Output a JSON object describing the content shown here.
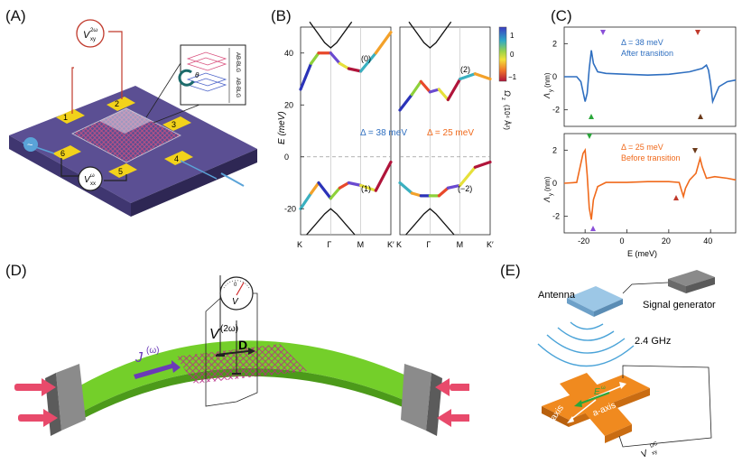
{
  "panels": {
    "A": {
      "label": "(A)",
      "voltage_top": "V",
      "voltage_top_sup": "2ω",
      "voltage_top_sub": "xy",
      "voltage_bottom": "V",
      "voltage_bottom_sup": "ω",
      "voltage_bottom_sub": "xx",
      "contacts": [
        "1",
        "2",
        "3",
        "4",
        "5",
        "6"
      ],
      "inset_top": "AB-BLG",
      "inset_bottom": "AB-BLG",
      "inset_theta": "θ",
      "source_symbol": "~"
    },
    "B": {
      "label": "(B)",
      "colorbar_title": "Ω",
      "colorbar_sub": "z",
      "colorbar_units": "(10⁴ Å²)",
      "colorbar_ticks": [
        "1",
        "0",
        "−1"
      ],
      "delta_left": "Δ = 38 meV",
      "delta_right": "Δ = 25 meV",
      "band_labels_left": [
        "(0)",
        "(1)"
      ],
      "band_labels_right": [
        "(2)",
        "(−2)"
      ]
    },
    "C": {
      "label": "(C)",
      "top_delta": "Δ = 38 meV",
      "top_note": "After transition",
      "bottom_delta": "Δ = 25 meV",
      "bottom_note": "Before transition",
      "ylabel": "Λ",
      "ylabel_sub": "y",
      "ylabel_unit": "(nm)"
    },
    "D": {
      "label": "(D)",
      "current": "J",
      "current_sup": "(ω)",
      "voltage": "V",
      "voltage_sup": "(2ω)",
      "dipole": "D",
      "meter_v": "V",
      "meter_zero": "0"
    },
    "E": {
      "label": "(E)",
      "antenna": "Antenna",
      "generator": "Signal generator",
      "frequency": "2.4 GHz",
      "c_axis": "c-axis",
      "a_axis": "a-axis",
      "field": "E",
      "field_sup": "ω",
      "v_label": "V",
      "v_sup": "DC",
      "v_sub": "xy"
    }
  },
  "colors": {
    "substrate": "#5b4f93",
    "gold": "#f2d21b",
    "lattice": "#e03c78",
    "blue_curve": "#2f6fc0",
    "orange_curve": "#f06a1c",
    "green_band": "#8ed13a",
    "orange_block": "#f08a1f"
  },
  "chart_data": [
    {
      "type": "line",
      "id": "B-left",
      "title": "",
      "xlabel": "",
      "ylabel": "E (meV)",
      "x_ticks": [
        "K",
        "Γ",
        "M",
        "K′"
      ],
      "ylim": [
        -30,
        50
      ],
      "y_ticks": [
        -20,
        0,
        20,
        40
      ],
      "annotation": "Δ = 38 meV",
      "series": [
        {
          "name": "(0)",
          "x": [
            0,
            0.35,
            0.6,
            1.0,
            1.3,
            1.6,
            2.0,
            2.5,
            3.0
          ],
          "y": [
            26,
            36,
            40,
            40,
            36,
            34,
            33,
            40,
            48
          ]
        },
        {
          "name": "(1)",
          "x": [
            0,
            0.35,
            0.6,
            1.0,
            1.3,
            1.6,
            2.0,
            2.5,
            3.0
          ],
          "y": [
            -20,
            -14,
            -10,
            -16,
            -12,
            -10,
            -11,
            -13,
            -2
          ]
        }
      ]
    },
    {
      "type": "line",
      "id": "B-right",
      "title": "",
      "xlabel": "",
      "ylabel": "",
      "x_ticks": [
        "K",
        "Γ",
        "M",
        "K′"
      ],
      "ylim": [
        -30,
        50
      ],
      "annotation": "Δ = 25 meV",
      "series": [
        {
          "name": "(2)",
          "x": [
            0,
            0.4,
            0.7,
            1.0,
            1.3,
            1.6,
            2.0,
            2.5,
            3.0
          ],
          "y": [
            18,
            24,
            29,
            25,
            26,
            22,
            30,
            32,
            30
          ]
        },
        {
          "name": "(−2)",
          "x": [
            0,
            0.4,
            0.7,
            1.0,
            1.3,
            1.6,
            2.0,
            2.5,
            3.0
          ],
          "y": [
            -10,
            -14,
            -15,
            -15,
            -15,
            -12,
            -11,
            -4,
            -2
          ]
        }
      ]
    },
    {
      "type": "line",
      "id": "C-top",
      "xlabel": "",
      "ylabel": "Λy (nm)",
      "xlim": [
        -30,
        52
      ],
      "ylim": [
        -3,
        3
      ],
      "y_ticks": [
        -2,
        0,
        2
      ],
      "annotation": "Δ = 38 meV",
      "series": [
        {
          "name": "",
          "x": [
            -30,
            -24,
            -22,
            -20,
            -19,
            -18,
            -17,
            -16,
            -14,
            -10,
            0,
            10,
            20,
            30,
            36,
            38,
            39,
            40,
            41,
            42,
            44,
            48,
            52
          ],
          "y": [
            0,
            0,
            -0.3,
            -1.5,
            -1.0,
            0.5,
            1.6,
            0.8,
            0.3,
            0.2,
            0.15,
            0.1,
            0.15,
            0.3,
            0.5,
            0.7,
            0.4,
            -0.4,
            -1.5,
            -1.2,
            -0.6,
            -0.3,
            -0.2
          ]
        }
      ]
    },
    {
      "type": "line",
      "id": "C-bottom",
      "xlabel": "E (meV)",
      "ylabel": "Λy (nm)",
      "xlim": [
        -30,
        52
      ],
      "x_ticks": [
        -20,
        0,
        20,
        40
      ],
      "ylim": [
        -3,
        3
      ],
      "y_ticks": [
        -2,
        0,
        2
      ],
      "annotation": "Δ = 25 meV",
      "series": [
        {
          "name": "",
          "x": [
            -30,
            -24,
            -21,
            -20,
            -19,
            -18,
            -17,
            -16,
            -14,
            -10,
            0,
            10,
            20,
            25,
            26,
            27,
            28,
            30,
            33,
            35,
            36,
            38,
            42,
            48,
            52
          ],
          "y": [
            0,
            0.05,
            1.8,
            2.0,
            0.5,
            -1.5,
            -2.2,
            -1.0,
            -0.2,
            0.05,
            0.05,
            0.1,
            0.1,
            0.05,
            -0.4,
            -0.8,
            -0.3,
            0.2,
            0.6,
            1.5,
            1.0,
            0.3,
            0.4,
            0.3,
            0.2
          ]
        }
      ]
    }
  ]
}
